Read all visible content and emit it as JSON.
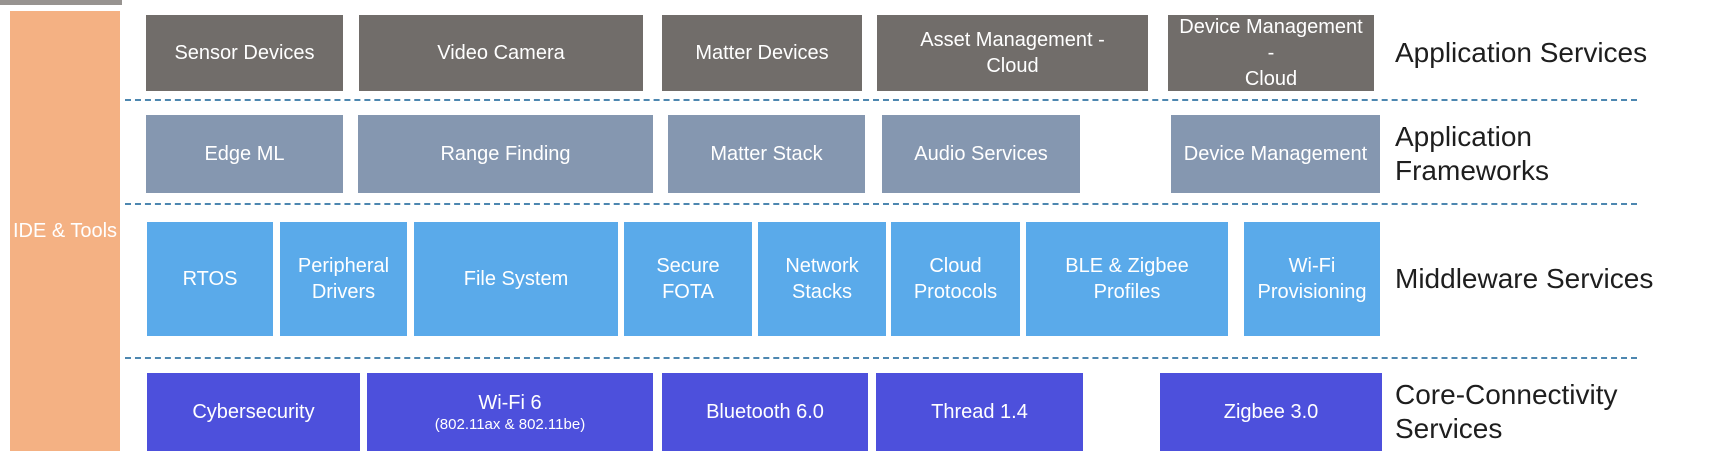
{
  "sidebar": {
    "label": "IDE & Tools"
  },
  "layers": [
    {
      "label": "Application Services",
      "blocks": [
        {
          "label": "Sensor Devices"
        },
        {
          "label": "Video Camera"
        },
        {
          "label": "Matter Devices"
        },
        {
          "label": "Asset Management -\nCloud"
        },
        {
          "label": "Device Management -\nCloud"
        }
      ]
    },
    {
      "label": "Application Frameworks",
      "blocks": [
        {
          "label": "Edge ML"
        },
        {
          "label": "Range Finding"
        },
        {
          "label": "Matter Stack"
        },
        {
          "label": "Audio Services"
        },
        {
          "label": "Device Management"
        }
      ]
    },
    {
      "label": "Middleware Services",
      "blocks": [
        {
          "label": "RTOS"
        },
        {
          "label": "Peripheral Drivers"
        },
        {
          "label": "File System"
        },
        {
          "label": "Secure FOTA"
        },
        {
          "label": "Network Stacks"
        },
        {
          "label": "Cloud Protocols"
        },
        {
          "label": "BLE & Zigbee Profiles"
        },
        {
          "label": "Wi-Fi Provisioning"
        }
      ]
    },
    {
      "label": "Core-Connectivity Services",
      "blocks": [
        {
          "label": "Cybersecurity"
        },
        {
          "label": "Wi-Fi 6",
          "sublabel": "(802.11ax & 802.11be)"
        },
        {
          "label": "Bluetooth 6.0"
        },
        {
          "label": "Thread 1.4"
        },
        {
          "label": "Zigbee 3.0"
        }
      ]
    }
  ],
  "colors": {
    "application_services_block": "#716D6A",
    "application_frameworks_block": "#8597B0",
    "middleware_services_block": "#5AAAEA",
    "core_connectivity_block": "#4D50DC",
    "ide_tools_bar": "#F4B183",
    "separator_line": "#4D87B0",
    "block_text": "#FFFFFF",
    "layer_label_text": "#1E1E1E"
  }
}
